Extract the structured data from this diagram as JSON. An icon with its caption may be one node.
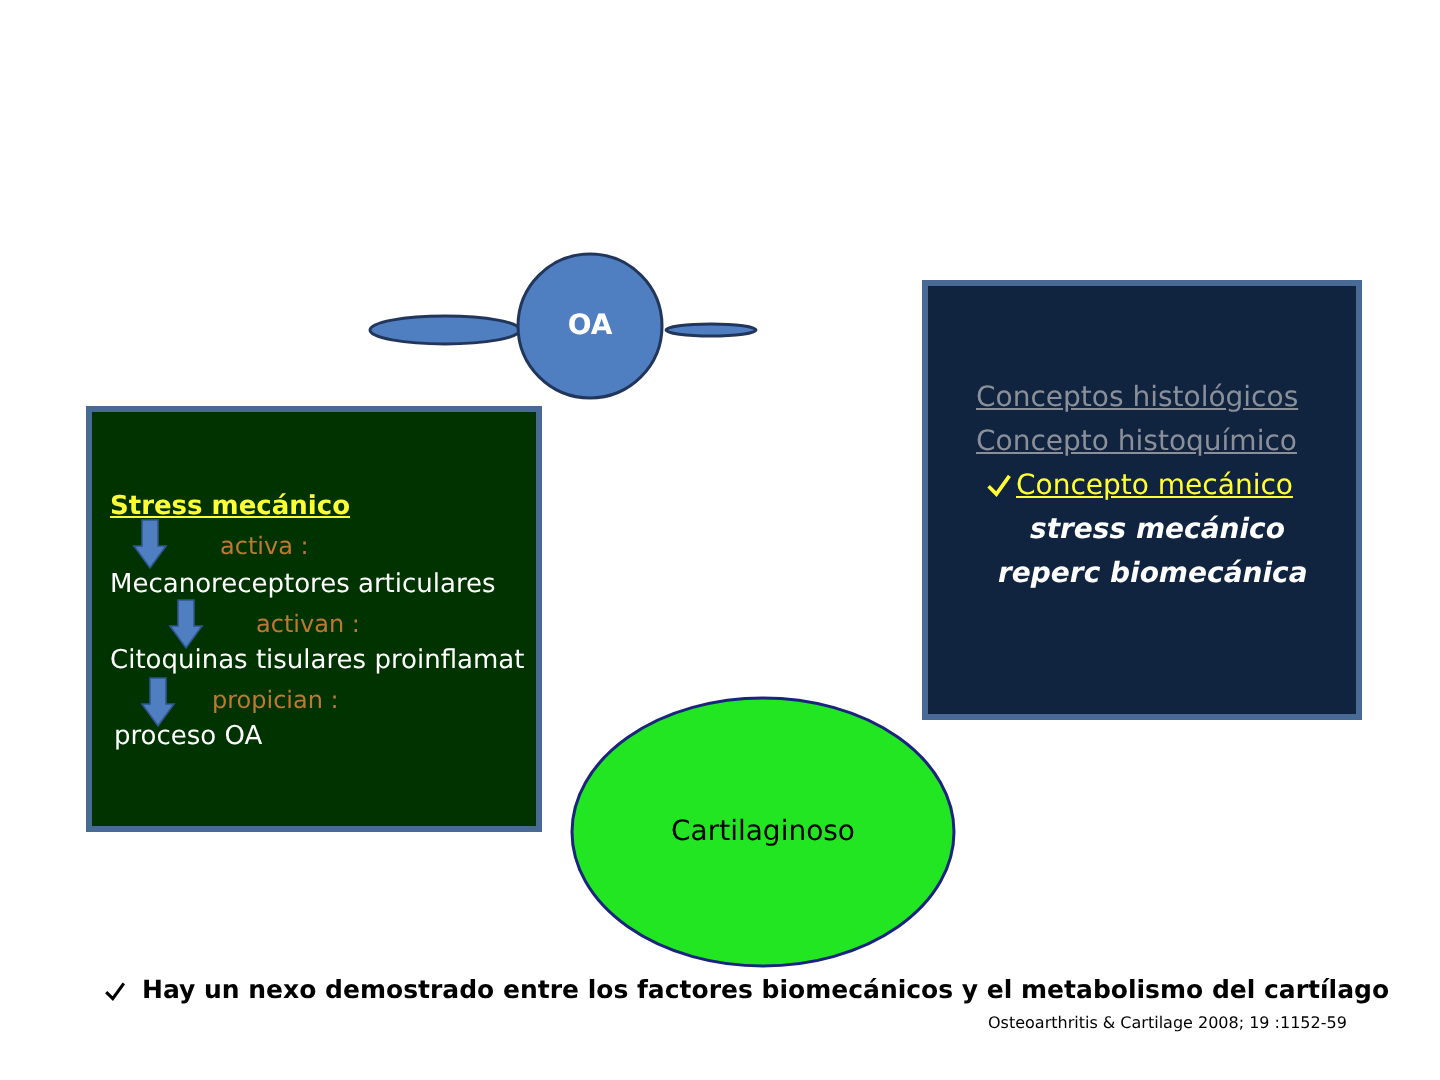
{
  "diagram": {
    "nodes": [
      {
        "text": [],
        "shape": "ellipse"
      },
      {
        "text": [
          "OA"
        ]
      },
      {
        "text": [],
        "shape": "ellipse"
      },
      {
        "text": [
          "Conceptos histológicos",
          "Concepto histoquímico",
          "Concepto mecánico",
          "stress mecánico",
          "reperc  biomecánica"
        ]
      },
      {
        "text": [
          "Stress mecánico",
          "activa :",
          "Mecanoreceptores articulares",
          "activan :",
          "Citoquinas tisulares proinflamat",
          "propician  :",
          "proceso OA"
        ]
      },
      {
        "text": [
          "Cartilaginoso"
        ]
      }
    ],
    "labels": [
      "Hay un nexo demostrado entre los factores biomecánicos y el metabolismo del cartílago",
      "Osteoarthritis & Cartilage 2008; 19 :1152-59"
    ]
  }
}
